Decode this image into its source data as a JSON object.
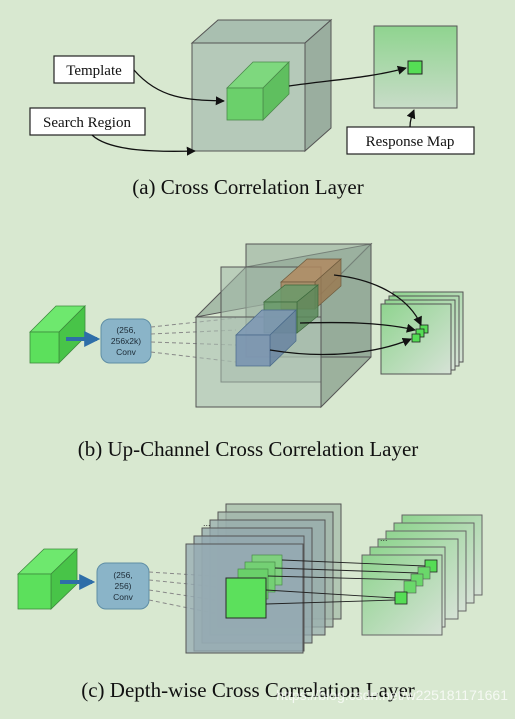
{
  "panel_a": {
    "template_label": "Template",
    "search_region_label": "Search Region",
    "response_map_label": "Response Map",
    "caption": "(a)  Cross Correlation Layer"
  },
  "panel_b": {
    "conv_line1": "(256,",
    "conv_line2": "256x2k)",
    "conv_line3": "Conv",
    "caption": "(b)  Up-Channel Cross Correlation Layer"
  },
  "panel_c": {
    "conv_line1": "(256,",
    "conv_line2": "256)",
    "conv_line3": "Conv",
    "ellipsis": "...",
    "caption": "(c)  Depth-wise Cross Correlation Layer"
  },
  "watermark": "https://blog.csdn.net/w225181171661",
  "colors": {
    "background": "#d8e8d0",
    "green": "#5ce05c",
    "conv_blue": "#8ab4c8",
    "arrow_blue": "#2e6ea8"
  }
}
